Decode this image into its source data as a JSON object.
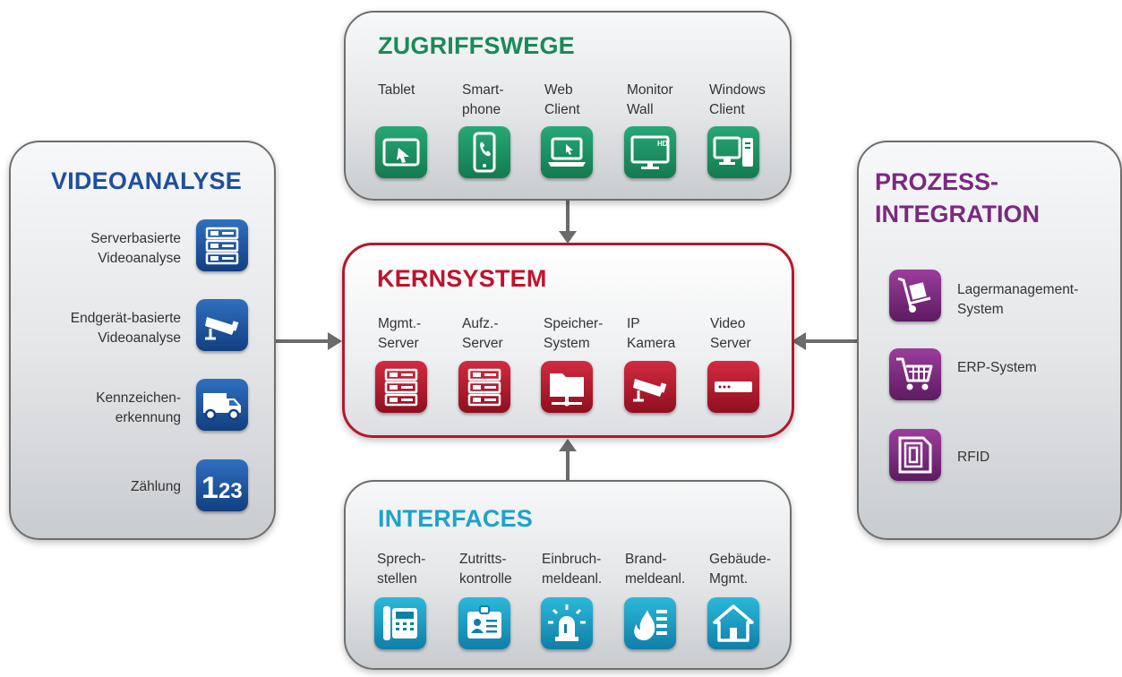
{
  "colors": {
    "zugriff_title": "#1a8a5a",
    "videoanalyse_title": "#1f4f9c",
    "kern_title": "#c0122c",
    "interfaces_title": "#1ea3c9",
    "prozess_title": "#7a2a7f"
  },
  "zugriffswege": {
    "title": "ZUGRIFFSWEGE",
    "items": [
      {
        "label": "Tablet",
        "icon": "tablet-icon"
      },
      {
        "label": "Smart-\nphone",
        "icon": "smartphone-icon"
      },
      {
        "label": "Web\nClient",
        "icon": "laptop-icon"
      },
      {
        "label": "Monitor\nWall",
        "icon": "monitor-hd-icon"
      },
      {
        "label": "Windows\nClient",
        "icon": "desktop-pc-icon"
      }
    ]
  },
  "kernsystem": {
    "title": "KERNSYSTEM",
    "items": [
      {
        "label": "Mgmt.-\nServer",
        "icon": "server-rack-icon"
      },
      {
        "label": "Aufz.-\nServer",
        "icon": "server-rack-icon"
      },
      {
        "label": "Speicher-\nSystem",
        "icon": "folder-storage-icon"
      },
      {
        "label": "IP\nKamera",
        "icon": "camera-icon"
      },
      {
        "label": "Video\nServer",
        "icon": "video-server-icon"
      }
    ]
  },
  "interfaces": {
    "title": "INTERFACES",
    "items": [
      {
        "label": "Sprech-\nstellen",
        "icon": "intercom-icon"
      },
      {
        "label": "Zutritts-\nkontrolle",
        "icon": "id-card-icon"
      },
      {
        "label": "Einbruch-\nmeldeanl.",
        "icon": "alarm-light-icon"
      },
      {
        "label": "Brand-\nmeldeanl.",
        "icon": "fire-icon"
      },
      {
        "label": "Gebäude-\nMgmt.",
        "icon": "house-icon"
      }
    ]
  },
  "videoanalyse": {
    "title": "VIDEOANALYSE",
    "items": [
      {
        "label": "Serverbasierte\nVideoanalyse",
        "icon": "server-rack-icon"
      },
      {
        "label": "Endgerät-basierte\nVideoanalyse",
        "icon": "camera-icon"
      },
      {
        "label": "Kennzeichen-\nerkennung",
        "icon": "truck-icon"
      },
      {
        "label": "Zählung",
        "icon": "numbers-icon",
        "icon_text": "123"
      }
    ]
  },
  "prozess": {
    "title_line1": "PROZESS-",
    "title_line2": "INTEGRATION",
    "items": [
      {
        "label": "Lagermanagement-\nSystem",
        "icon": "hand-truck-icon"
      },
      {
        "label": "ERP-System",
        "icon": "shopping-cart-icon"
      },
      {
        "label": "RFID",
        "icon": "rfid-icon"
      }
    ]
  }
}
